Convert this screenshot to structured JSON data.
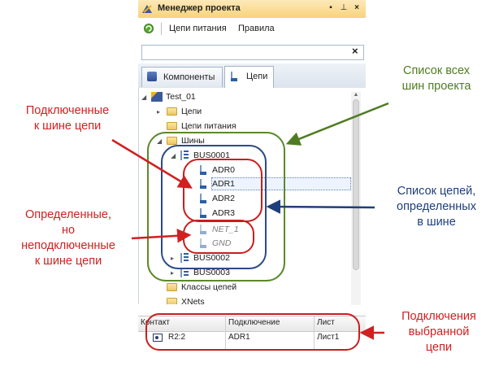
{
  "window": {
    "title": "Менеджер проекта"
  },
  "title_buttons": [
    {
      "icon": "pin-icon",
      "glyph": "▪"
    },
    {
      "icon": "dock-icon",
      "glyph": "⊥"
    },
    {
      "icon": "close-icon",
      "glyph": "×"
    }
  ],
  "toolbar": {
    "refresh_icon": "refresh-icon",
    "items": [
      "Цепи питания",
      "Правила"
    ]
  },
  "filter": {
    "value": "",
    "clear_glyph": "×"
  },
  "tabs": [
    {
      "label": "Компоненты",
      "icon": "components-icon",
      "active": false
    },
    {
      "label": "Цепи",
      "icon": "nets-icon",
      "active": true
    }
  ],
  "tree": {
    "root": "Test_01",
    "nets": "Цепи",
    "power_nets": "Цепи питания",
    "buses": "Шины",
    "bus1": "BUS0001",
    "bus1_nets": [
      "ADR0",
      "ADR1",
      "ADR2",
      "ADR3"
    ],
    "bus1_unconnected": [
      "NET_1",
      "GND"
    ],
    "bus2": "BUS0002",
    "bus3": "BUS0003",
    "net_classes": "Классы цепей",
    "xnets": "XNets",
    "selected": "ADR1"
  },
  "connections_table": {
    "headers": [
      "Контакт",
      "Подключение",
      "Лист"
    ],
    "rows": [
      {
        "contact": "R2:2",
        "connection": "ADR1",
        "sheet": "Лист1"
      }
    ]
  },
  "callouts": {
    "connected": [
      "Подключенные",
      "к шине цепи"
    ],
    "defined_unconnected": [
      "Определенные,",
      "но",
      "неподключенные",
      "к шине цепи"
    ],
    "all_buses": [
      "Список всех",
      "шин проекта"
    ],
    "bus_nets": [
      "Список цепей,",
      "определенных",
      "в шине"
    ],
    "selected_connections": [
      "Подключения",
      "выбранной",
      "цепи"
    ]
  },
  "colors": {
    "red": "#d12020",
    "green": "#4f7c23",
    "blue": "#1f3f7a"
  }
}
